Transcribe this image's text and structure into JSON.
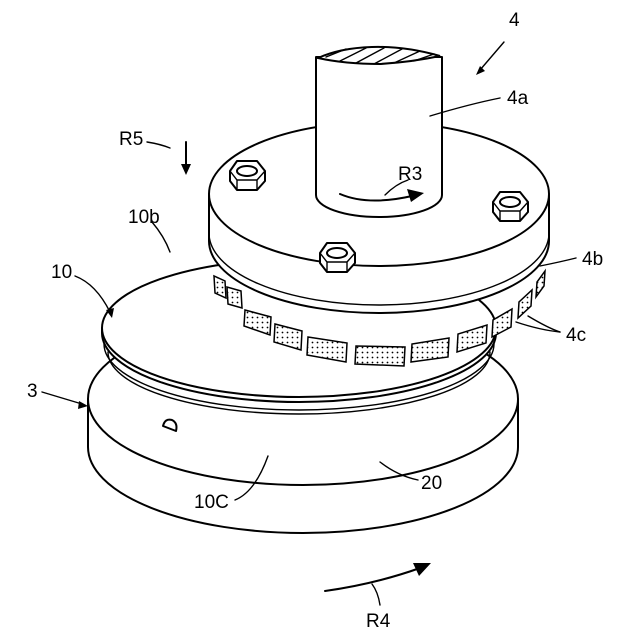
{
  "labels": {
    "assembly": "4",
    "shaft": "4a",
    "plate": "4b",
    "tips": "4c",
    "base": "3",
    "wafer": "10",
    "wafer_top": "10b",
    "wafer_side": "10C",
    "ring": "20",
    "rot_head": "R3",
    "rot_base": "R4",
    "feed": "R5"
  }
}
